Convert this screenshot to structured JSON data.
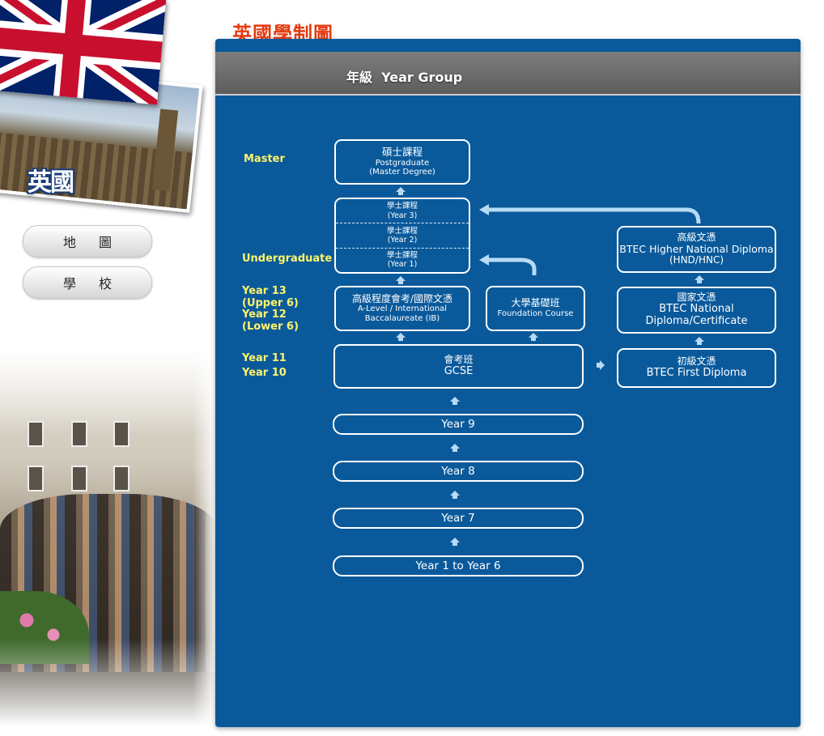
{
  "page_title": "英國學制圖",
  "sidebar": {
    "country_label": "英國",
    "buttons": [
      {
        "label": "地圖"
      },
      {
        "label": "學校"
      }
    ]
  },
  "panel": {
    "header": "年級  Year Group",
    "levels": {
      "master": "Master",
      "undergraduate": "Undergraduate",
      "year13": "Year 13",
      "upper6": "(Upper 6)",
      "year12": "Year 12",
      "lower6": "(Lower 6)",
      "year11": "Year 11",
      "year10": "Year 10"
    },
    "boxes": {
      "postgraduate": {
        "cn": "碩士課程",
        "en1": "Postgraduate",
        "en2": "(Master Degree)"
      },
      "undergrad_y3": {
        "cn": "學士課程",
        "en": "(Year 3)"
      },
      "undergrad_y2": {
        "cn": "學士課程",
        "en": "(Year 2)"
      },
      "undergrad_y1": {
        "cn": "學士課程",
        "en": "(Year 1)"
      },
      "alevel": {
        "cn": "高級程度會考/國際文憑",
        "en1": "A-Level / International",
        "en2": "Baccalaureate (IB)"
      },
      "foundation": {
        "cn": "大學基礎班",
        "en": "Foundation Course"
      },
      "gcse": {
        "cn": "會考班",
        "en": "GCSE"
      },
      "btec_hnd": {
        "cn": "高級文憑",
        "en1": "BTEC Higher National Diploma",
        "en2": "(HND/HNC)"
      },
      "btec_national": {
        "cn": "國家文憑",
        "en1": "BTEC National",
        "en2": "Diploma/Certificate"
      },
      "btec_first": {
        "cn": "初級文憑",
        "en": "BTEC First Diploma"
      },
      "year9": "Year 9",
      "year8": "Year 8",
      "year7": "Year 7",
      "year1to6": "Year 1 to Year 6"
    }
  },
  "colors": {
    "panel_bg": "#0a5a9b",
    "label_yellow": "#fff36b",
    "title_red": "#e53b10",
    "arrow": "#b8daf5"
  }
}
